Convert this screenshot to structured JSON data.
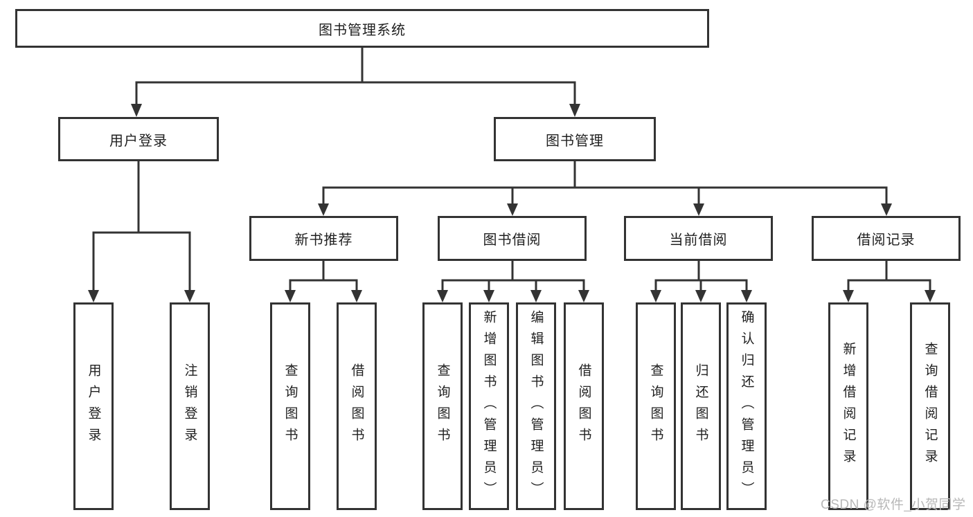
{
  "tree": {
    "label": "图书管理系统",
    "children": [
      {
        "label": "用户登录",
        "children": [
          {
            "label": "用户登录"
          },
          {
            "label": "注销登录"
          }
        ]
      },
      {
        "label": "图书管理",
        "children": [
          {
            "label": "新书推荐",
            "children": [
              {
                "label": "查询图书"
              },
              {
                "label": "借阅图书"
              }
            ]
          },
          {
            "label": "图书借阅",
            "children": [
              {
                "label": "查询图书"
              },
              {
                "label": "新增图书（管理员）"
              },
              {
                "label": "编辑图书（管理员）"
              },
              {
                "label": "借阅图书"
              }
            ]
          },
          {
            "label": "当前借阅",
            "children": [
              {
                "label": "查询图书"
              },
              {
                "label": "归还图书"
              },
              {
                "label": "确认归还（管理员）"
              }
            ]
          },
          {
            "label": "借阅记录",
            "children": [
              {
                "label": "新增借阅记录"
              },
              {
                "label": "查询借阅记录"
              }
            ]
          }
        ]
      }
    ]
  },
  "watermark": {
    "text": "CSDN @软件_小贺同学"
  },
  "colors": {
    "line": "#333333",
    "box_border": "#333333",
    "text": "#1f1f1f",
    "watermark": "#b8b8b8",
    "background": "#ffffff"
  }
}
